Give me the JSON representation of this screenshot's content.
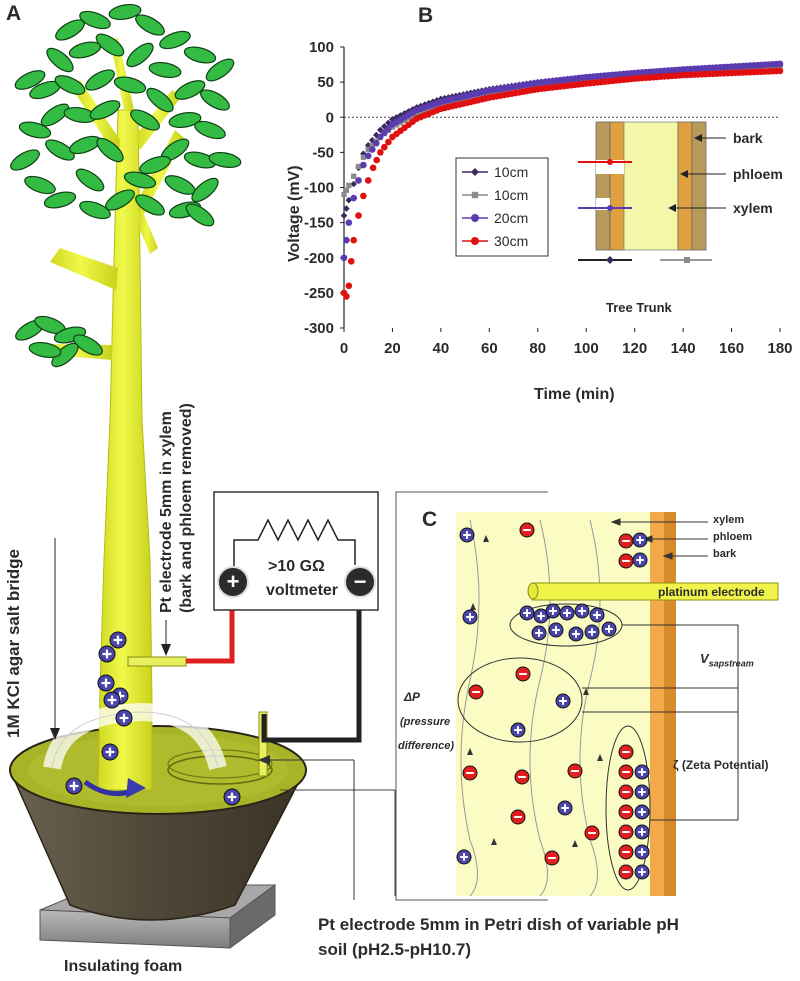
{
  "panels": {
    "a": "A",
    "b": "B",
    "c": "C"
  },
  "panel_a": {
    "salt_bridge_label": "1M KCl agar salt bridge",
    "pt_xylem_label_1": "Pt electrode 5mm in xylem",
    "pt_xylem_label_2": "(bark and phloem removed)",
    "voltmeter_resistance": ">10 GΩ",
    "voltmeter_label": "voltmeter",
    "soil_electrode_label_1": "Pt electrode 5mm in Petri dish of variable pH",
    "soil_electrode_label_2": "soil (pH2.5-pH10.7)",
    "foam_label": "Insulating foam",
    "plus_sign": "+",
    "minus_sign": "−"
  },
  "chart_data": {
    "type": "scatter",
    "xlabel": "Time (min)",
    "ylabel": "Voltage (mV)",
    "xlim": [
      0,
      180
    ],
    "ylim": [
      -300,
      100
    ],
    "xticks": [
      0,
      20,
      40,
      60,
      80,
      100,
      120,
      140,
      160,
      180
    ],
    "yticks": [
      100,
      50,
      0,
      -50,
      -100,
      -150,
      -200,
      -250,
      -300
    ],
    "zero_line": "dotted",
    "legend_position": "inside-left",
    "series": [
      {
        "name": "10cm",
        "color": "#3a2a5a",
        "marker": "diamond",
        "x": [
          0,
          1,
          2,
          4,
          6,
          8,
          10,
          15,
          20,
          30,
          40,
          60,
          80,
          100,
          120,
          140,
          160,
          180
        ],
        "y": [
          -140,
          -130,
          -118,
          -95,
          -72,
          -52,
          -40,
          -18,
          -3,
          14,
          26,
          40,
          50,
          57,
          62,
          66,
          70,
          73
        ]
      },
      {
        "name": "10cm",
        "color": "#8a8a8a",
        "marker": "square",
        "x": [
          0,
          1,
          2,
          4,
          6,
          8,
          10,
          15,
          20,
          30,
          40,
          60,
          80,
          100,
          120,
          140,
          160,
          180
        ],
        "y": [
          -110,
          -104,
          -97,
          -84,
          -70,
          -57,
          -46,
          -28,
          -14,
          5,
          18,
          33,
          45,
          53,
          60,
          64,
          69,
          72
        ]
      },
      {
        "name": "20cm",
        "color": "#5a3cb0",
        "marker": "circle",
        "x": [
          0,
          1,
          2,
          4,
          6,
          8,
          10,
          15,
          20,
          30,
          40,
          60,
          80,
          100,
          120,
          140,
          160,
          180
        ],
        "y": [
          -200,
          -175,
          -150,
          -115,
          -90,
          -68,
          -55,
          -28,
          -10,
          10,
          22,
          38,
          49,
          57,
          63,
          68,
          72,
          76
        ]
      },
      {
        "name": "30cm",
        "color": "#e01010",
        "marker": "circle",
        "x": [
          0,
          1,
          2,
          3,
          4,
          6,
          8,
          10,
          12,
          15,
          20,
          30,
          40,
          60,
          80,
          100,
          120,
          140,
          160,
          180
        ],
        "y": [
          -250,
          -255,
          -240,
          -205,
          -175,
          -140,
          -112,
          -90,
          -72,
          -50,
          -28,
          -2,
          12,
          28,
          40,
          48,
          55,
          60,
          63,
          66
        ]
      }
    ],
    "inset": {
      "title": "Tree Trunk",
      "labels": {
        "bark": "bark",
        "phloem": "phloem",
        "xylem": "xylem"
      }
    }
  },
  "panel_c": {
    "labels": {
      "xylem": "xylem",
      "phloem": "phloem",
      "bark": "bark",
      "platinum_electrode": "platinum electrode",
      "v_sapstream_main": "V",
      "v_sapstream_sub": "sapstream",
      "zeta": "ζ (Zeta Potential)",
      "delta_p": "ΔP",
      "pressure_1": "(pressure",
      "pressure_2": "difference)"
    }
  },
  "colors": {
    "tree_trunk": "#e8f23a",
    "leaf": "#33bb44",
    "plus_ion": "#4a45a8",
    "minus_ion": "#e02020",
    "pot": "#5b5340",
    "soil": "#a8b428",
    "c_background": "#fbfbc4",
    "phloem_bark": "#e69a3a",
    "wire_positive": "#e02020",
    "wire_negative": "#222222"
  }
}
